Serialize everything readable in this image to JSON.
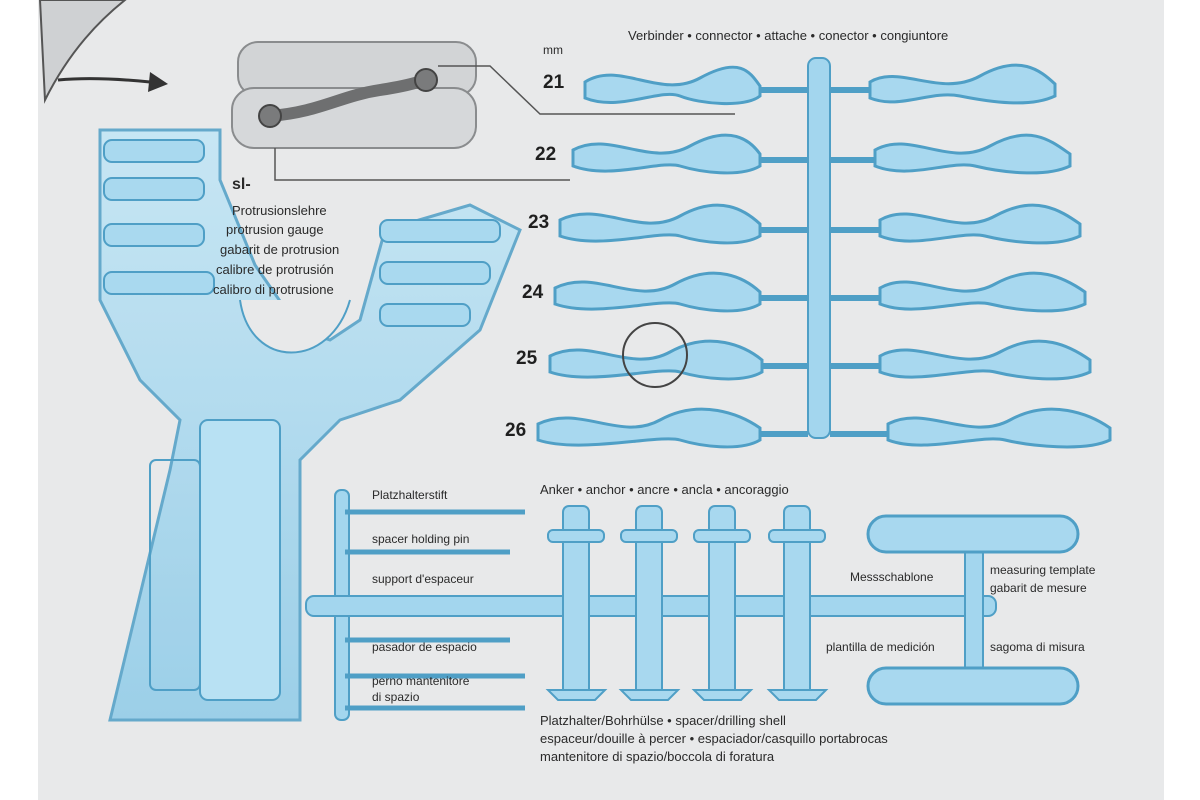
{
  "unit_mm": "mm",
  "connector_label": "Verbinder • connector • attache • conector • congiuntore",
  "sizes": [
    "21",
    "22",
    "23",
    "24",
    "25",
    "26"
  ],
  "protrusion": {
    "prefix": "sl-",
    "lines": [
      "Protrusionslehre",
      "protrusion gauge",
      "gabarit de protrusion",
      "calibre de protrusión",
      "calibro di protrusione"
    ]
  },
  "anchor_label": "Anker • anchor • ancre • ancla • ancoraggio",
  "spacer_pin": {
    "lines": [
      "Platzhalterstift",
      "spacer holding pin",
      "support d'espaceur",
      "pasador de espacio",
      "perno mantenitore",
      "di spazio"
    ]
  },
  "measuring": {
    "de": "Messschablone",
    "en": "measuring template",
    "fr": "gabarit de mesure",
    "es": "plantilla de medición",
    "it": "sagoma di misura"
  },
  "spacer_shell": {
    "lines": [
      "Platzhalter/Bohrhülse • spacer/drilling shell",
      "espaceur/douille à percer • espaciador/casquillo portabrocas",
      "mantenitore di spazio/boccola di foratura"
    ]
  },
  "colors": {
    "card": "#e8e9ea",
    "plastic": "#9fd3ec",
    "plastic_edge": "#4f9fc6",
    "text": "#2a2a2a"
  }
}
